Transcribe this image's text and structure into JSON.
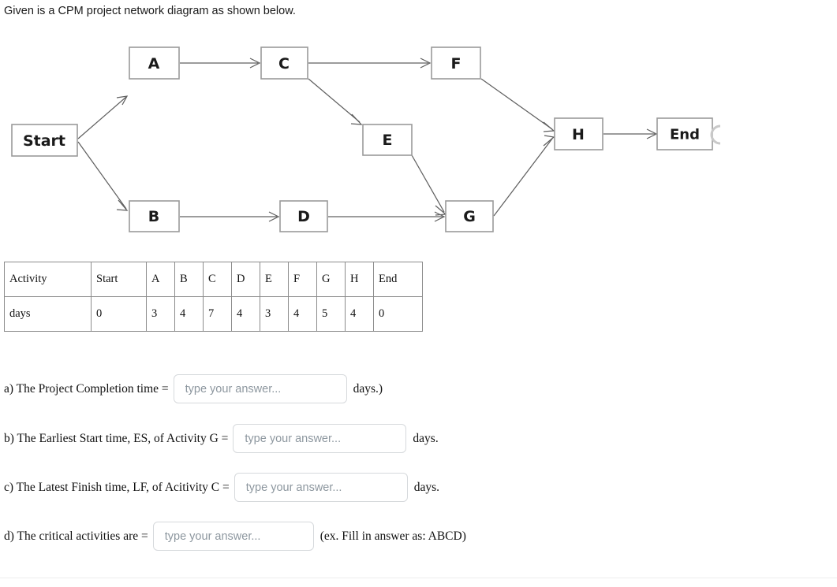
{
  "intro": {
    "text": "Given is a CPM project network diagram as shown below."
  },
  "diagram": {
    "title": "CPM project network diagram",
    "nodes": [
      {
        "id": "start",
        "label": "Start"
      },
      {
        "id": "a",
        "label": "A"
      },
      {
        "id": "b",
        "label": "B"
      },
      {
        "id": "c",
        "label": "C"
      },
      {
        "id": "d",
        "label": "D"
      },
      {
        "id": "e",
        "label": "E"
      },
      {
        "id": "f",
        "label": "F"
      },
      {
        "id": "g",
        "label": "G"
      },
      {
        "id": "h",
        "label": "H"
      },
      {
        "id": "end",
        "label": "End"
      }
    ],
    "edges": [
      {
        "from": "Start",
        "to": "A"
      },
      {
        "from": "Start",
        "to": "B"
      },
      {
        "from": "A",
        "to": "C"
      },
      {
        "from": "C",
        "to": "F"
      },
      {
        "from": "C",
        "to": "E"
      },
      {
        "from": "B",
        "to": "D"
      },
      {
        "from": "D",
        "to": "G"
      },
      {
        "from": "E",
        "to": "G"
      },
      {
        "from": "F",
        "to": "H"
      },
      {
        "from": "G",
        "to": "H"
      },
      {
        "from": "H",
        "to": "End"
      }
    ],
    "colors": {
      "node_stroke": "#9a9a9a",
      "node_fill": "#ffffff",
      "edge_stroke": "#606060",
      "label_color": "#1a1a1a"
    }
  },
  "table": {
    "rows": [
      {
        "header": "Activity",
        "cells": [
          "Start",
          "A",
          "B",
          "C",
          "D",
          "E",
          "F",
          "G",
          "H",
          "End"
        ]
      },
      {
        "header": "days",
        "cells": [
          "0",
          "3",
          "4",
          "7",
          "4",
          "3",
          "4",
          "5",
          "4",
          "0"
        ]
      }
    ]
  },
  "questions": [
    {
      "id": "a",
      "text": "a) The Project Completion time =",
      "placeholder": "type your answer...",
      "value": "",
      "tail": "days.)"
    },
    {
      "id": "b",
      "text": "b) The Earliest Start time, ES, of Activity G =",
      "placeholder": "type your answer...",
      "value": "",
      "tail": "days."
    },
    {
      "id": "c",
      "text": "c) The Latest Finish time, LF, of Acitivity C =",
      "placeholder": "type your answer...",
      "value": "",
      "tail": "days."
    },
    {
      "id": "d",
      "text": "d) The critical activities are =",
      "placeholder": "type your answer...",
      "value": "",
      "tail": "(ex. Fill in answer as: ABCD)"
    }
  ]
}
